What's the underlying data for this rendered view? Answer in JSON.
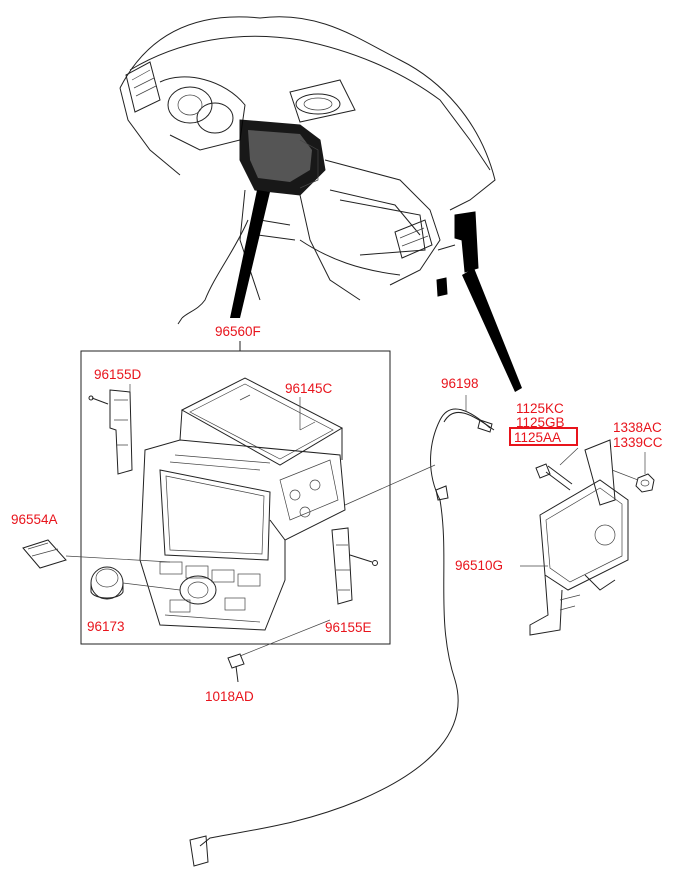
{
  "labels": {
    "main_assembly": "96560F",
    "bracket_left": "96155D",
    "radio_unit": "96145C",
    "cable": "96198",
    "bolt_a": "1125KC",
    "bolt_b": "1125GB",
    "bolt_c": "1125AA",
    "nut_a": "1338AC",
    "nut_b": "1339CC",
    "cover": "96554A",
    "module_bracket": "96510G",
    "knob": "96173",
    "bracket_right": "96155E",
    "screw": "1018AD"
  },
  "highlight": "1125AA",
  "colors": {
    "label": "#e8141c",
    "line": "#222222",
    "highlight_box": "#e8141c"
  }
}
